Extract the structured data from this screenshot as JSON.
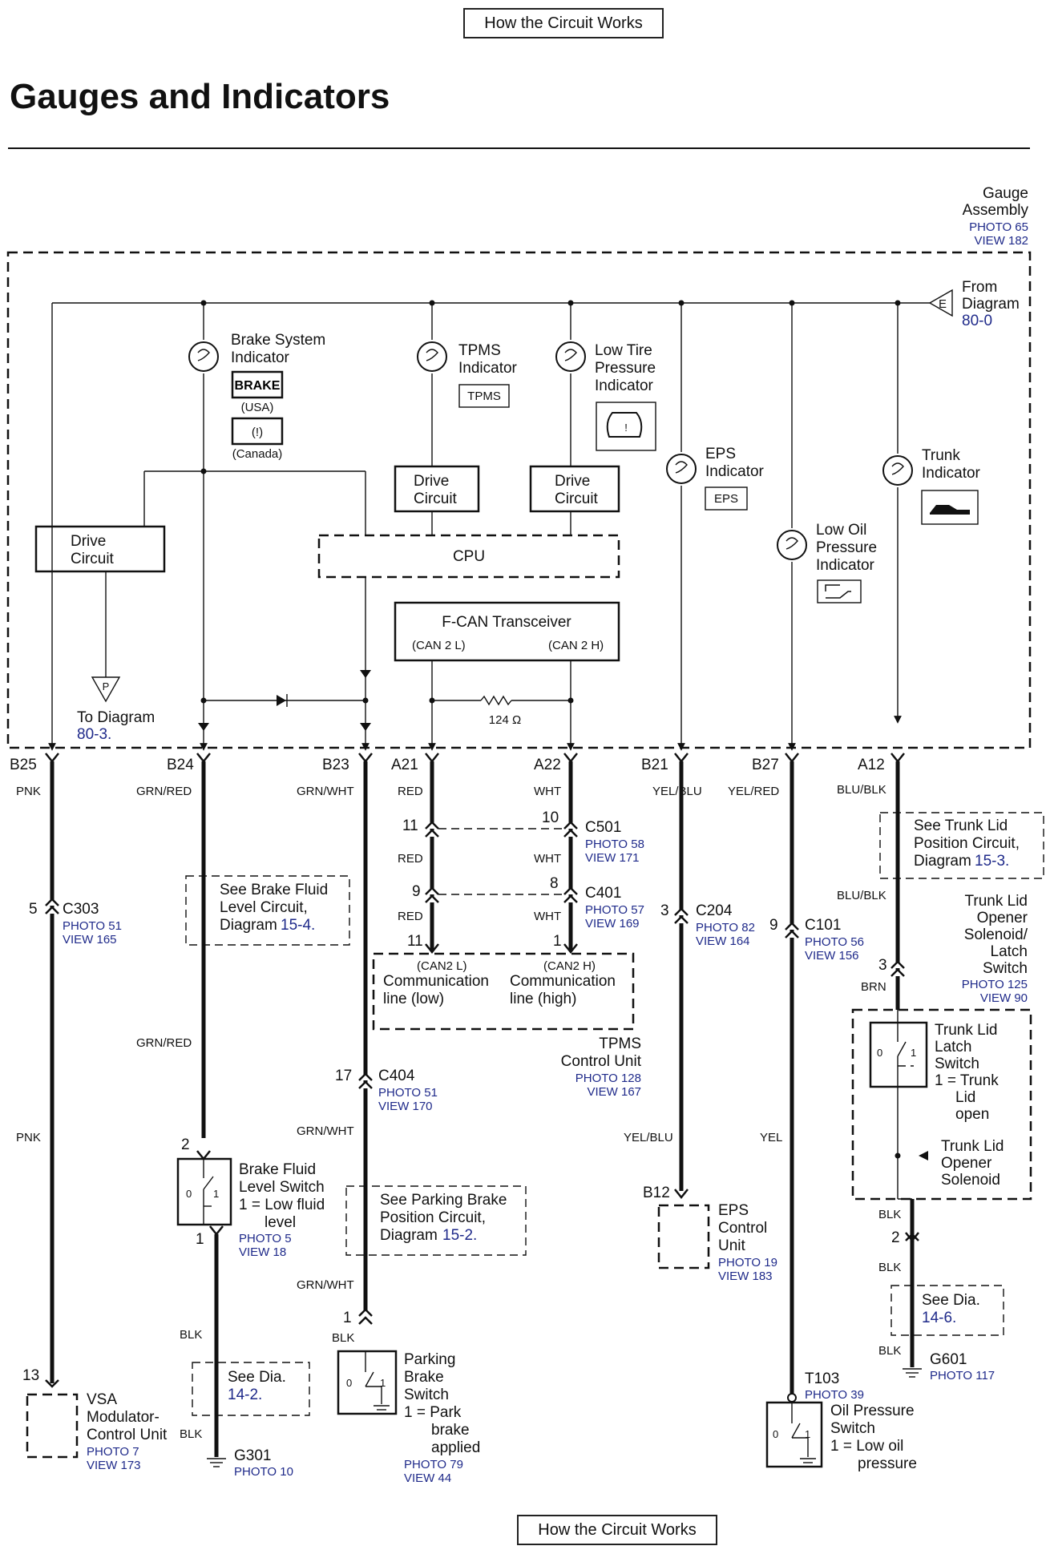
{
  "nav": {
    "top_button": "How the Circuit Works",
    "bottom_button": "How the Circuit Works"
  },
  "title": "Gauges and Indicators",
  "gauge_assembly": {
    "line1": "Gauge",
    "line2": "Assembly",
    "photo": "PHOTO 65",
    "view": "VIEW 182"
  },
  "from_diagram": {
    "marker": "E",
    "line1": "From",
    "line2": "Diagram",
    "ref": "80-0"
  },
  "to_diagram": {
    "marker": "P",
    "line1": "To Diagram",
    "ref": "80-3."
  },
  "indicators": {
    "brake": {
      "line1": "Brake System",
      "line2": "Indicator",
      "symbol": "BRAKE",
      "usa": "(USA)",
      "canada": "(Canada)",
      "canada_symbol": "(!)"
    },
    "tpms": {
      "line1": "TPMS",
      "line2": "Indicator",
      "symbol": "TPMS"
    },
    "low_tire": {
      "line1": "Low Tire",
      "line2": "Pressure",
      "line3": "Indicator"
    },
    "eps": {
      "line1": "EPS",
      "line2": "Indicator",
      "symbol": "EPS"
    },
    "low_oil": {
      "line1": "Low Oil",
      "line2": "Pressure",
      "line3": "Indicator"
    },
    "trunk": {
      "line1": "Trunk",
      "line2": "Indicator"
    }
  },
  "blocks": {
    "drive_left": {
      "line1": "Drive",
      "line2": "Circuit"
    },
    "drive_tpms": {
      "line1": "Drive",
      "line2": "Circuit"
    },
    "drive_low_tire": {
      "line1": "Drive",
      "line2": "Circuit"
    },
    "cpu": "CPU",
    "fcan": {
      "title": "F-CAN Transceiver",
      "left": "(CAN 2 L)",
      "right": "(CAN 2 H)",
      "resistor": "124 Ω"
    }
  },
  "pins": [
    "B25",
    "B24",
    "B23",
    "A21",
    "A22",
    "B21",
    "B27",
    "A12"
  ],
  "wire_colors": {
    "b25": "PNK",
    "b24": "GRN/RED",
    "b23": "GRN/WHT",
    "a21": "RED",
    "a22": "WHT",
    "b21": "YEL/BLU",
    "b27": "YEL/RED",
    "a12": "BLU/BLK",
    "a21_mid": "RED",
    "a21_low": "RED",
    "a22_mid": "WHT",
    "a22_low": "WHT",
    "b25_low": "PNK",
    "b24_mid": "GRN/RED",
    "b23_mid": "GRN/WHT",
    "b23_low": "GRN/WHT",
    "b23_blk": "BLK",
    "b24_blk": "BLK",
    "b21_low": "YEL/BLU",
    "b27_low": "YEL",
    "a12_mid": "BLU/BLK",
    "a12_brn": "BRN",
    "a12_blk1": "BLK",
    "a12_blk2": "BLK",
    "a12_blk3": "BLK",
    "b24_blk2": "BLK"
  },
  "connectors": {
    "c303": {
      "pin": "5",
      "name": "C303",
      "photo": "PHOTO 51",
      "view": "VIEW 165"
    },
    "c501": {
      "pin_l": "11",
      "pin_r": "10",
      "name": "C501",
      "photo": "PHOTO 58",
      "view": "VIEW 171"
    },
    "c401": {
      "pin_l": "9",
      "pin_r": "8",
      "name": "C401",
      "photo": "PHOTO 57",
      "view": "VIEW 169"
    },
    "c204": {
      "pin": "3",
      "name": "C204",
      "photo": "PHOTO 82",
      "view": "VIEW 164"
    },
    "c101": {
      "pin": "9",
      "name": "C101",
      "photo": "PHOTO 56",
      "view": "VIEW 156"
    },
    "c404": {
      "pin": "17",
      "name": "C404",
      "photo": "PHOTO 51",
      "view": "VIEW 170"
    }
  },
  "tpms_unit": {
    "pin_l": "11",
    "pin_r": "1",
    "low_tag": "(CAN2 L)",
    "low_line1": "Communication",
    "low_line2": "line (low)",
    "high_tag": "(CAN2 H)",
    "high_line1": "Communication",
    "high_line2": "line (high)",
    "name1": "TPMS",
    "name2": "Control Unit",
    "photo": "PHOTO 128",
    "view": "VIEW 167"
  },
  "refs": {
    "brake_fluid": {
      "line1": "See Brake Fluid",
      "line2": "Level Circuit,",
      "line3": "Diagram",
      "ref": "15-4."
    },
    "parking": {
      "line1": "See Parking Brake",
      "line2": "Position Circuit,",
      "line3": "Diagram",
      "ref": "15-2."
    },
    "trunk_lid": {
      "line1": "See Trunk Lid",
      "line2": "Position Circuit,",
      "line3": "Diagram",
      "ref": "15-3."
    },
    "dia_left": {
      "line1": "See  Dia.",
      "ref": "14-2."
    },
    "dia_right": {
      "line1": "See  Dia.",
      "ref": "14-6."
    }
  },
  "components": {
    "brake_fluid": {
      "pin_top": "2",
      "pin_bot": "1",
      "line1": "Brake Fluid",
      "line2": "Level Switch",
      "line3": "1 = Low fluid",
      "line4": "level",
      "photo": "PHOTO 5",
      "view": "VIEW 18"
    },
    "parking": {
      "pin": "1",
      "line1": "Parking",
      "line2": "Brake",
      "line3": "Switch",
      "line4": "1 = Park",
      "line5": "brake",
      "line6": "applied",
      "photo": "PHOTO 79",
      "view": "VIEW 44"
    },
    "vsa": {
      "pin": "13",
      "line1": "VSA",
      "line2": "Modulator-",
      "line3": "Control Unit",
      "photo": "PHOTO 7",
      "view": "VIEW 173"
    },
    "eps_unit": {
      "pin": "B12",
      "line1": "EPS",
      "line2": "Control",
      "line3": "Unit",
      "photo": "PHOTO 19",
      "view": "VIEW 183"
    },
    "oil": {
      "pin": "T103",
      "photo_t": "PHOTO 39",
      "line1": "Oil Pressure",
      "line2": "Switch",
      "line3": "1 = Low oil",
      "line4": "pressure"
    },
    "trunk_solenoid": {
      "pin": "3",
      "line1": "Trunk Lid",
      "line2": "Opener",
      "line3": "Solenoid/",
      "line4": "Latch",
      "line5": "Switch",
      "photo": "PHOTO 125",
      "view": "VIEW 90"
    },
    "trunk_latch": {
      "line1": "Trunk Lid",
      "line2": "Latch",
      "line3": "Switch",
      "line4": "1 = Trunk",
      "line5": "Lid",
      "line6": "open"
    },
    "trunk_opener": {
      "line1": "Trunk Lid",
      "line2": "Opener",
      "line3": "Solenoid"
    },
    "trunk_pin2": "2",
    "switch_pos": {
      "off": "0",
      "on": "1"
    }
  },
  "grounds": {
    "g301": {
      "name": "G301",
      "photo": "PHOTO 10"
    },
    "g601": {
      "name": "G601",
      "photo": "PHOTO 117"
    }
  }
}
